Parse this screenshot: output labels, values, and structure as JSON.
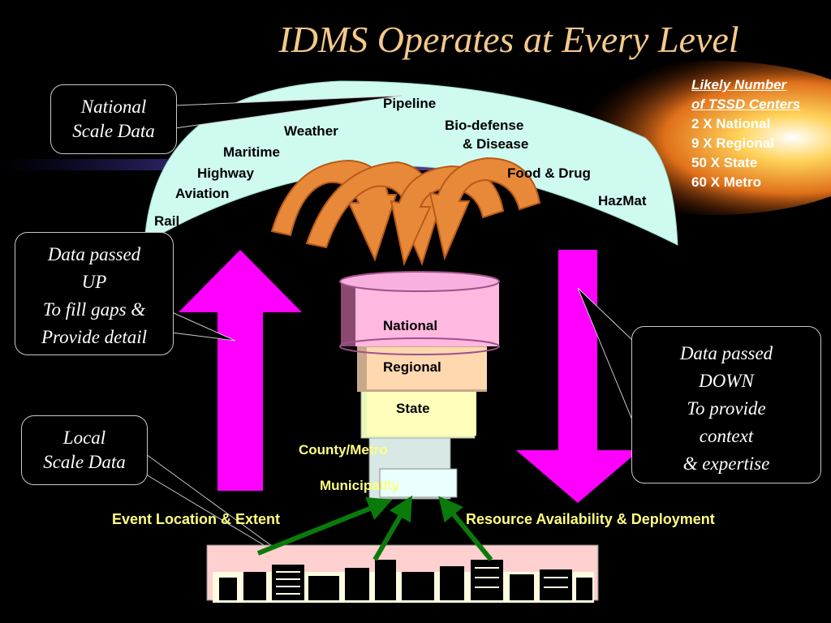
{
  "title": "IDMS Operates at Every Level",
  "sectors": {
    "pipeline": "Pipeline",
    "weather": "Weather",
    "biodefense_line1": "Bio-defense",
    "biodefense_line2": "& Disease",
    "maritime": "Maritime",
    "highway": "Highway",
    "food_drug": "Food & Drug",
    "aviation": "Aviation",
    "hazmat": "HazMat",
    "rail": "Rail"
  },
  "callouts": {
    "national": [
      "National",
      "Scale Data"
    ],
    "up": [
      "Data passed",
      "UP",
      "To fill gaps &",
      "Provide detail"
    ],
    "local": [
      "Local",
      "Scale Data"
    ],
    "down": [
      "Data passed",
      "DOWN",
      "To provide",
      "context",
      "& expertise"
    ]
  },
  "centers": {
    "heading_line1": "Likely Number",
    "heading_line2": "of TSSD Centers",
    "items": [
      "2 X National",
      "9 X Regional",
      "50 X State",
      "60 X Metro"
    ]
  },
  "tiers": {
    "national": "National",
    "regional": "Regional",
    "state": "State",
    "county_metro": "County/Metro",
    "municipality": "Municipality"
  },
  "bottom": {
    "left": "Event Location & Extent",
    "right": "Resource Availability & Deployment"
  },
  "colors": {
    "title": "#f4c98b",
    "dome": "#cffaf0",
    "arrows_updown": "#ff00ff",
    "curved_arrows": "#e8893a",
    "bottom_text": "#ffff80",
    "green_arrows": "#0a7a0a"
  }
}
